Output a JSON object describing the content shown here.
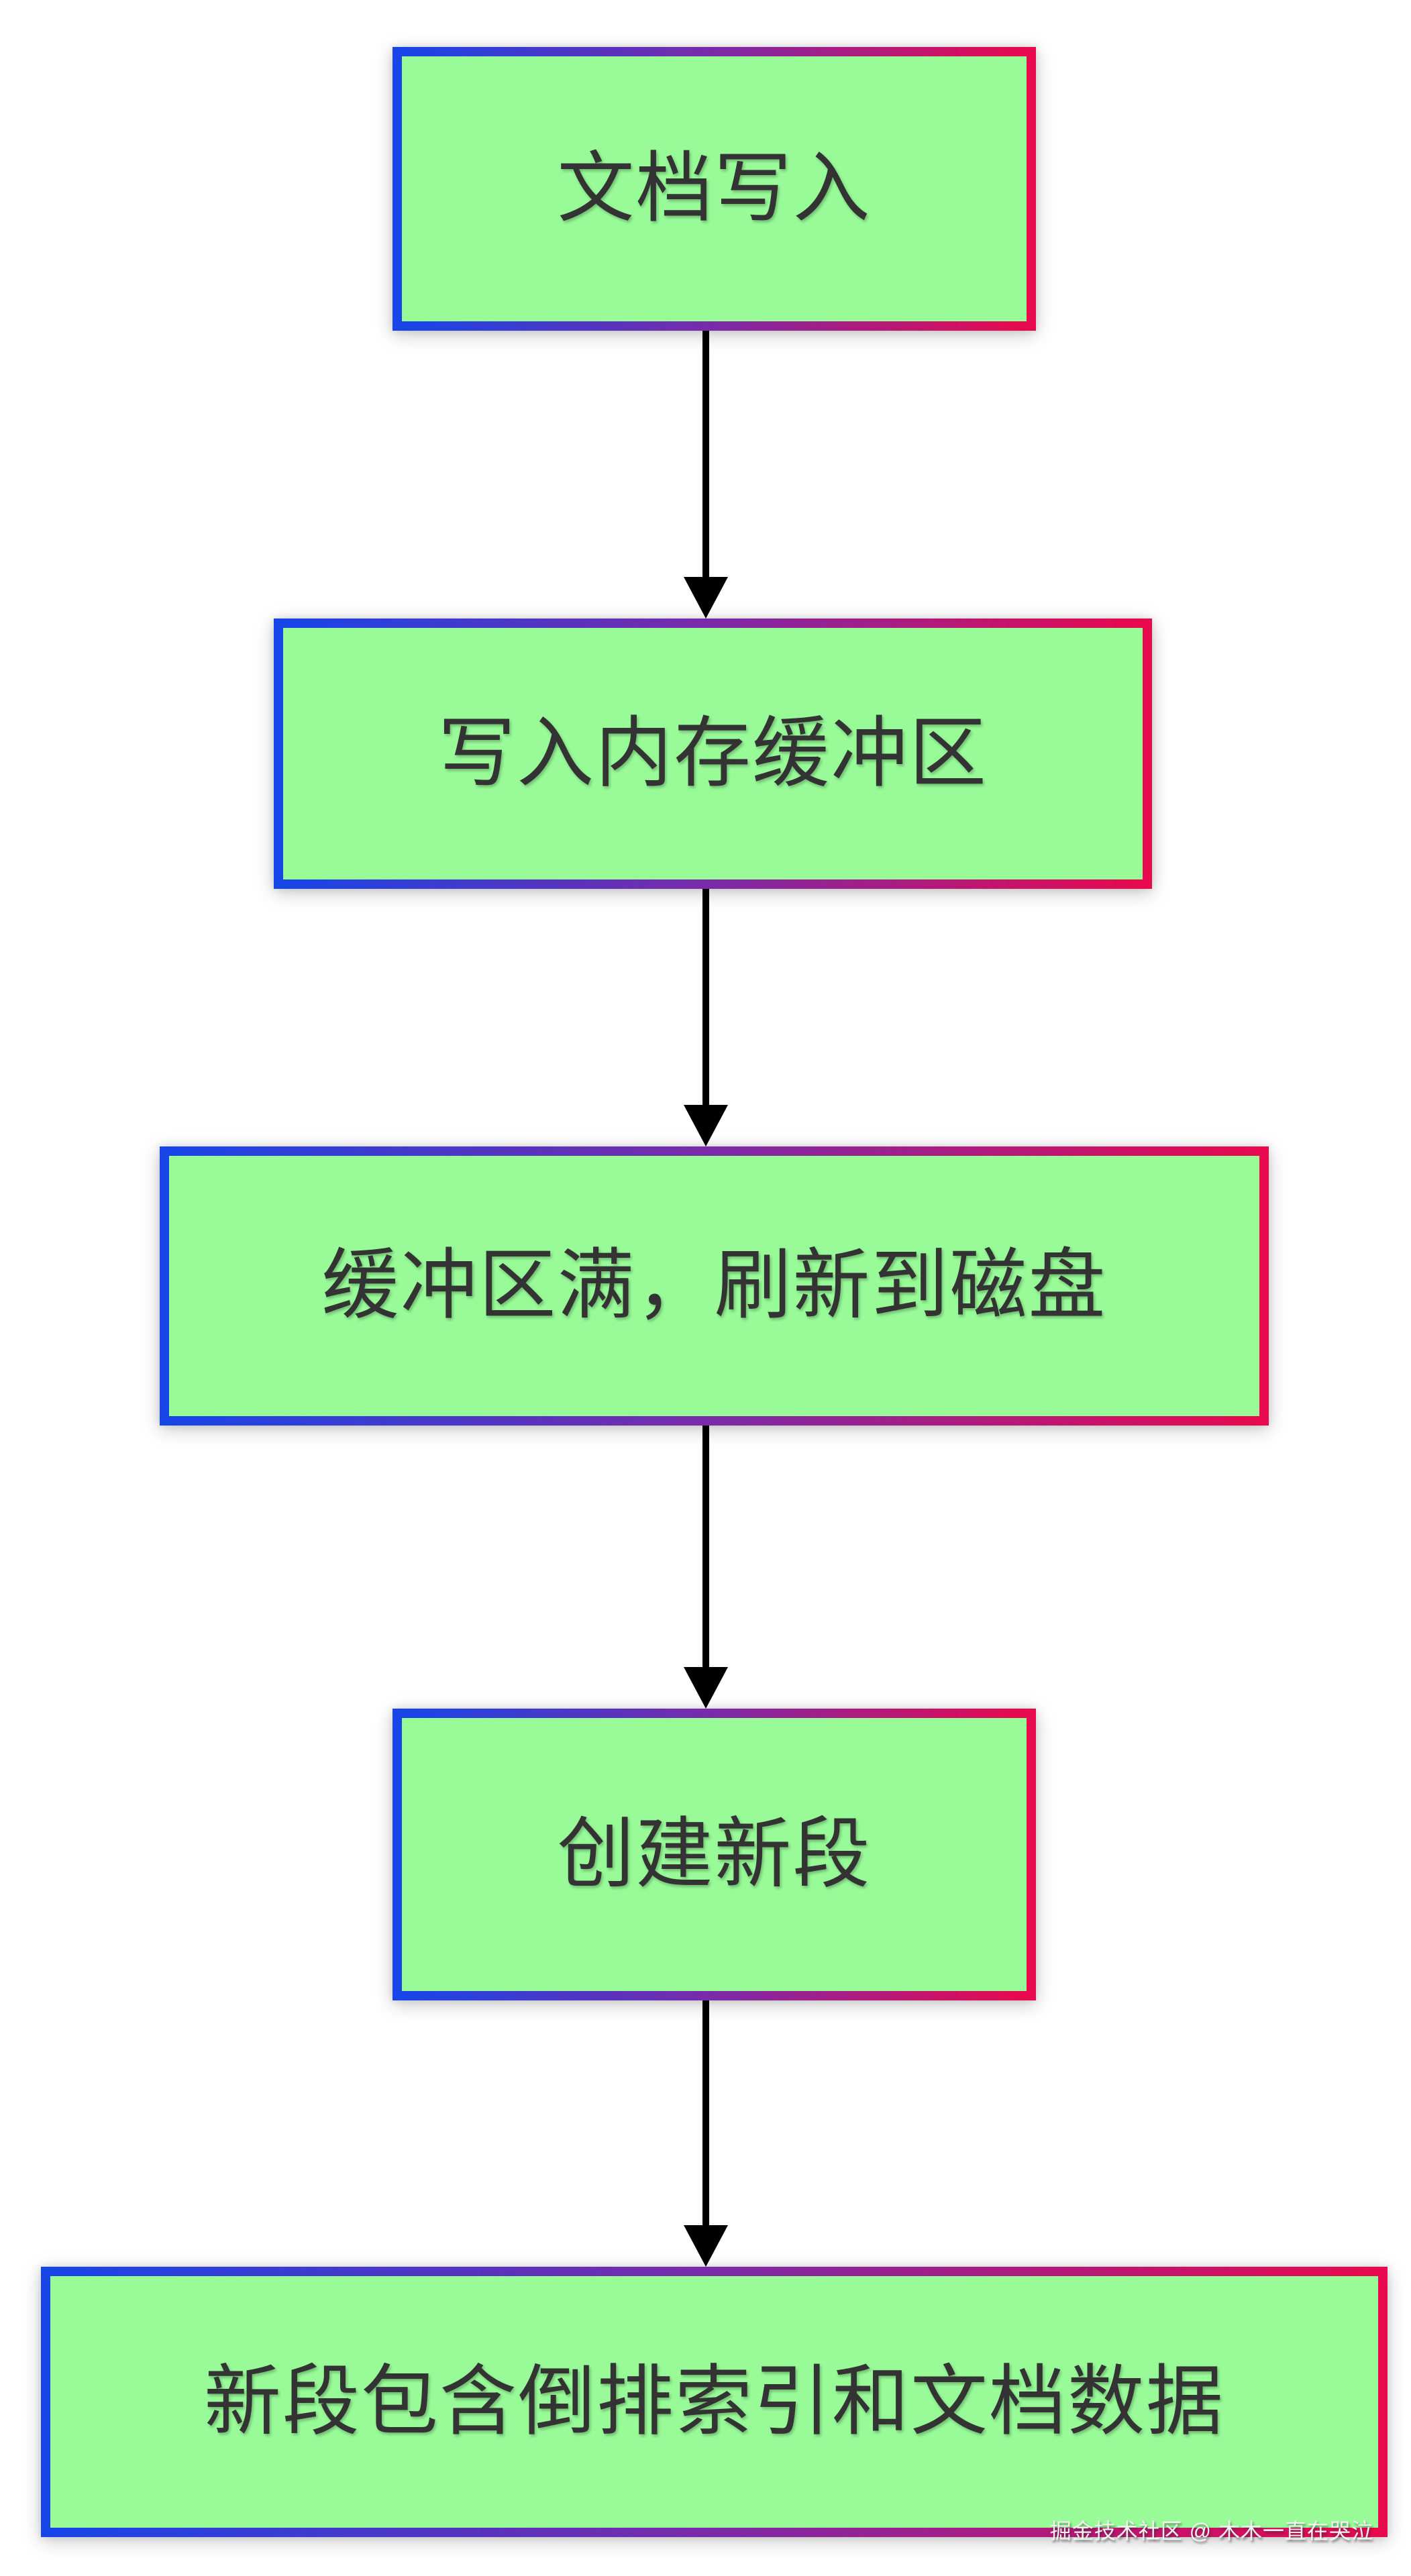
{
  "diagram": {
    "type": "flowchart",
    "direction": "top-down",
    "nodes": [
      {
        "id": "document-write",
        "label": "文档写入"
      },
      {
        "id": "write-mem-buffer",
        "label": "写入内存缓冲区"
      },
      {
        "id": "buffer-full-flush",
        "label": "缓冲区满，刷新到磁盘"
      },
      {
        "id": "create-new-segment",
        "label": "创建新段"
      },
      {
        "id": "segment-contents",
        "label": "新段包含倒排索引和文档数据"
      }
    ],
    "edges": [
      {
        "from": "document-write",
        "to": "write-mem-buffer"
      },
      {
        "from": "write-mem-buffer",
        "to": "buffer-full-flush"
      },
      {
        "from": "buffer-full-flush",
        "to": "create-new-segment"
      },
      {
        "from": "create-new-segment",
        "to": "segment-contents"
      }
    ]
  },
  "watermark": {
    "text": "掘金技术社区 @ 木木一直在哭泣"
  },
  "colors": {
    "background": "#ffffff",
    "fill": "#98FB98",
    "border_start": "#1745E8",
    "border_mid": "#7B2AA8",
    "border_end": "#E8094E",
    "arrow": "#000000",
    "node_text": "#333333",
    "watermark_color": "#f2f2f2"
  }
}
